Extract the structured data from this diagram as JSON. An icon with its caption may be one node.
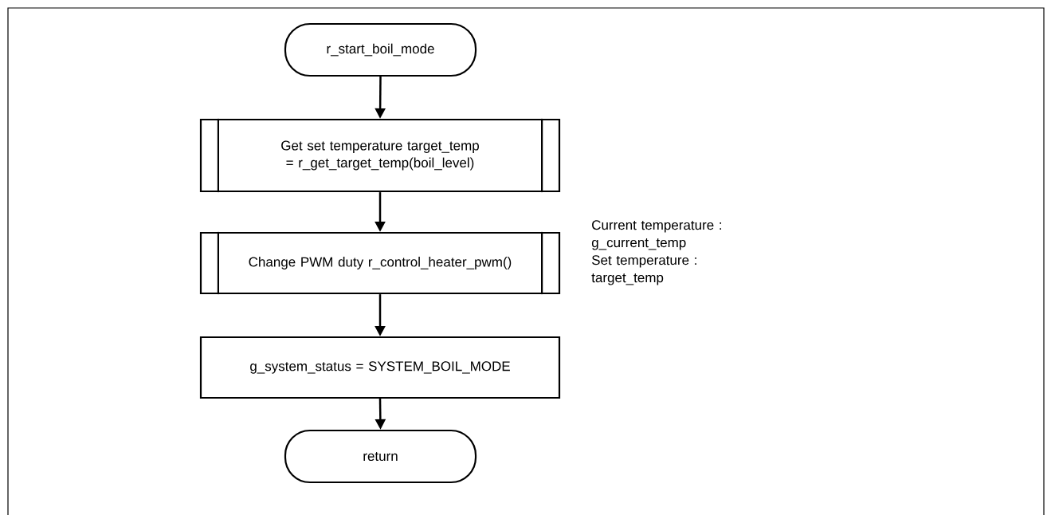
{
  "diagram": {
    "nodes": [
      {
        "text": [
          "r_start_boil_mode"
        ]
      },
      {
        "text": [
          "Get set temperature target_temp = r_get_target_temp(boil_level)"
        ]
      },
      {
        "text": [
          "Change PWM duty r_control_heater_pwm()"
        ]
      },
      {
        "text": [
          "g_system_status = SYSTEM_BOIL_MODE"
        ]
      },
      {
        "text": [
          "return"
        ]
      }
    ],
    "edges": [
      {
        "from": 0,
        "to": 1,
        "arrow": "to"
      },
      {
        "from": 1,
        "to": 2,
        "arrow": "to"
      },
      {
        "from": 2,
        "to": 3,
        "arrow": "to"
      },
      {
        "from": 3,
        "to": 4,
        "arrow": "to"
      }
    ],
    "labels": [
      "Current temperature : g_current_temp",
      "Set temperature : target_temp"
    ]
  }
}
